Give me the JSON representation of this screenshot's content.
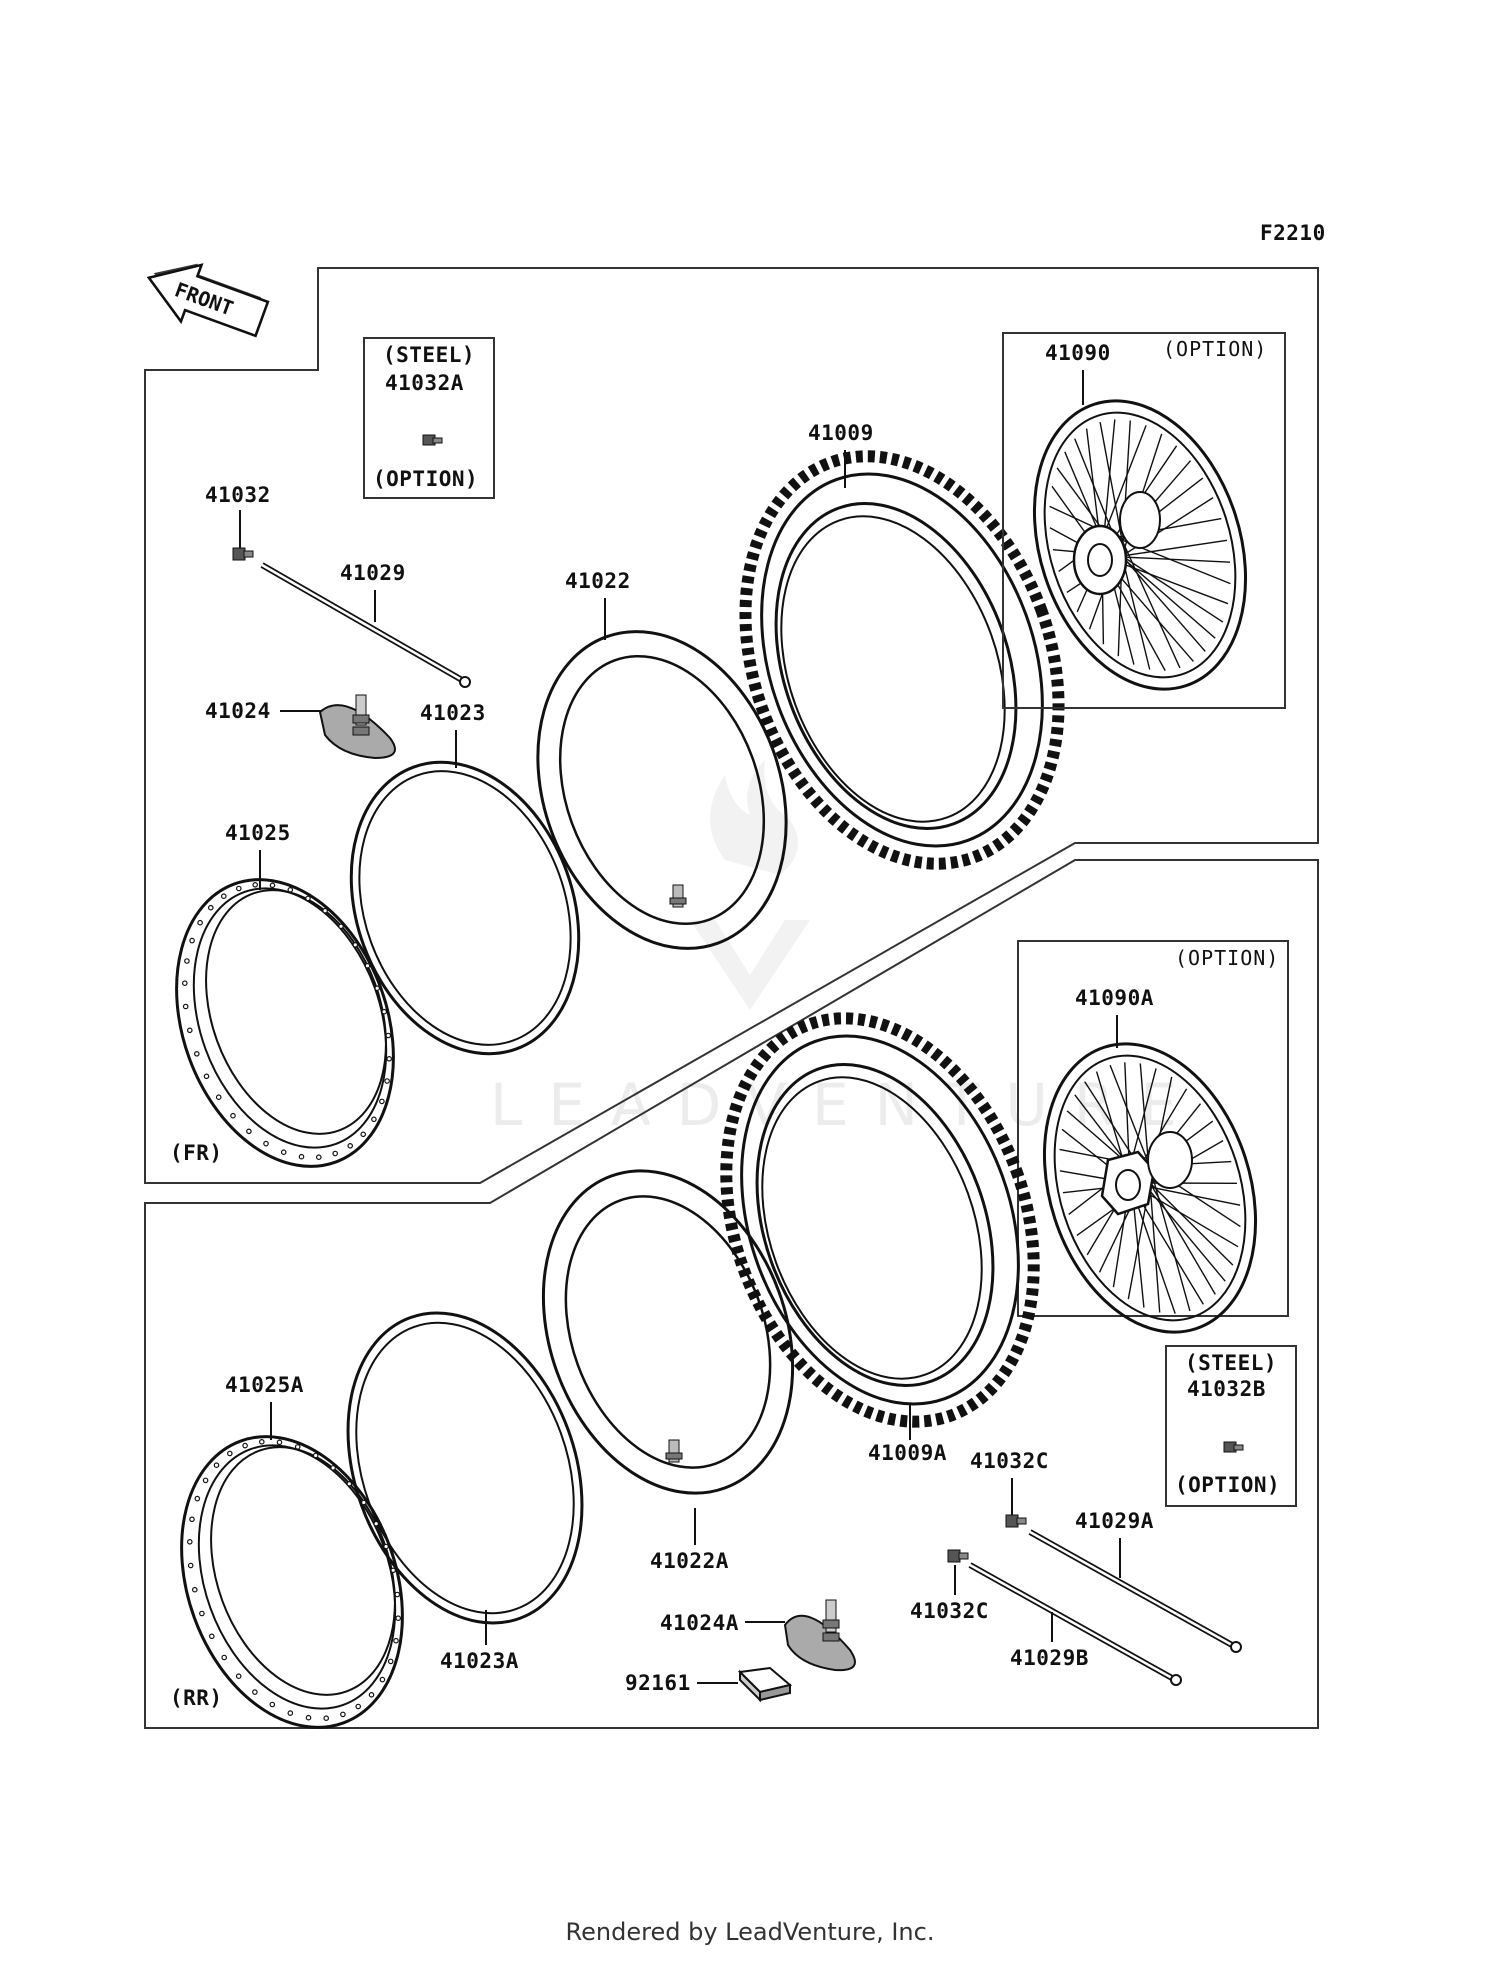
{
  "figure_code": "F2210",
  "front_arrow": "FRONT",
  "watermark": "LEADVENTURE",
  "footer": "Rendered by LeadVenture, Inc.",
  "sections": {
    "front": "(FR)",
    "rear": "(RR)"
  },
  "option_boxes": {
    "steel_front": {
      "top": "(STEEL)",
      "part": "41032A",
      "bottom": "(OPTION)"
    },
    "steel_rear": {
      "top": "(STEEL)",
      "part": "41032B",
      "bottom": "(OPTION)"
    },
    "wheel_front": {
      "part": "41090",
      "note": "(OPTION)"
    },
    "wheel_rear": {
      "part": "41090A",
      "note": "(OPTION)"
    }
  },
  "parts": {
    "p41032": "41032",
    "p41029": "41029",
    "p41024": "41024",
    "p41023": "41023",
    "p41025": "41025",
    "p41022": "41022",
    "p41009": "41009",
    "p41025A": "41025A",
    "p41023A": "41023A",
    "p41022A": "41022A",
    "p41009A": "41009A",
    "p41024A": "41024A",
    "p92161": "92161",
    "p41032C_top": "41032C",
    "p41032C_bottom": "41032C",
    "p41029A": "41029A",
    "p41029B": "41029B"
  },
  "icons": [
    "front-direction-arrow-icon",
    "nipple-icon",
    "spoke-icon",
    "rim-strip-icon",
    "rim-icon",
    "tube-icon",
    "tire-icon",
    "wheel-assembly-icon",
    "rim-lock-icon"
  ]
}
